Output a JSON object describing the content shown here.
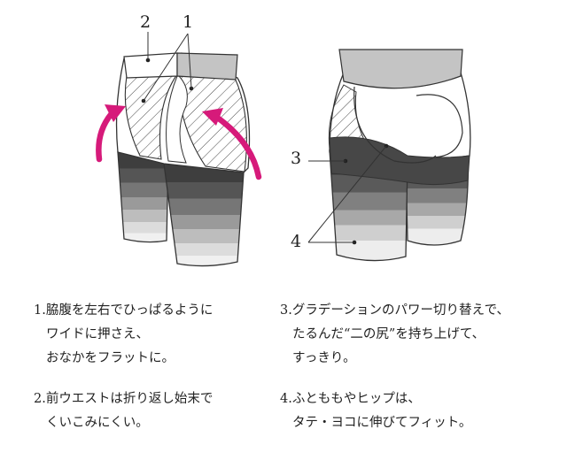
{
  "callouts": {
    "front_top_2": "2",
    "front_top_1": "1",
    "back_left_3": "3",
    "back_left_4": "4"
  },
  "notes": [
    {
      "number": "1.",
      "lines": [
        "脇腹を左右でひっぱるように",
        "ワイドに押さえ、",
        "おなかをフラットに。"
      ]
    },
    {
      "number": "2.",
      "lines": [
        "前ウエストは折り返し始末で",
        "くいこみにくい。"
      ]
    },
    {
      "number": "3.",
      "lines": [
        "グラデーションのパワー切り替えで、",
        "たるんだ“二の尻”を持ち上げて、",
        "すっきり。"
      ]
    },
    {
      "number": "4.",
      "lines": [
        "ふとももやヒップは、",
        "タテ・ヨコに伸びてフィット。"
      ]
    }
  ],
  "colors": {
    "arrow": "#d61a7a",
    "waistband": "#c4c4c4",
    "band_dark": "#4a4a4a",
    "band_mid": "#8a8a8a",
    "band_light": "#c9c9c9",
    "outline": "#333333"
  }
}
